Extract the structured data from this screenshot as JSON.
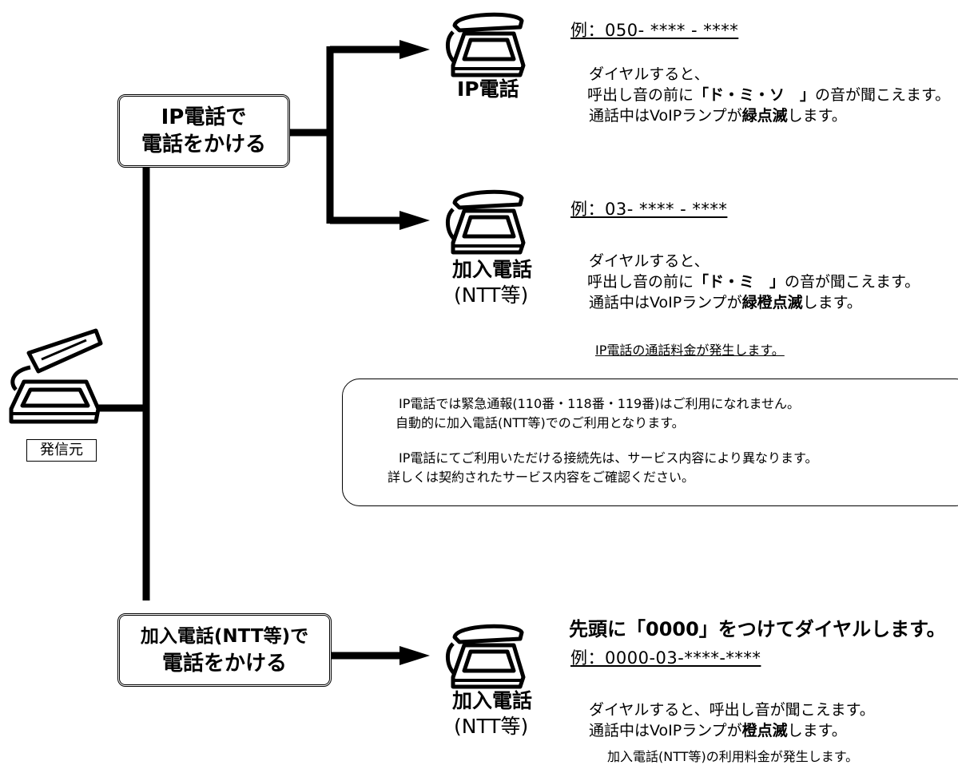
{
  "origin": {
    "label": "発信元"
  },
  "ip_route": {
    "box_line1": "IP電話で",
    "box_line2": "電話をかける",
    "ip_phone": {
      "label": "IP電話",
      "example": "例：050- **** - ****",
      "desc_line1": "ダイヤルすると、",
      "desc_line2_pre": "呼出し音の前に",
      "desc_line2_bold": "「ド・ミ・ソ　」",
      "desc_line2_post": "の音が聞こえます。",
      "desc_line3_pre": "通話中はVoIPランプが",
      "desc_line3_bold": "緑点滅",
      "desc_line3_post": "します。"
    },
    "subscriber_phone": {
      "label_line1": "加入電話",
      "label_line2": "(NTT等)",
      "example": "例：03- **** - ****",
      "desc_line1": "ダイヤルすると、",
      "desc_line2_pre": "呼出し音の前に",
      "desc_line2_bold": "「ド・ミ　」",
      "desc_line2_post": "の音が聞こえます。",
      "desc_line3_pre": "通話中はVoIPランプが",
      "desc_line3_bold": "緑橙点滅",
      "desc_line3_post": "します。",
      "fee": "IP電話の通話料金が発生します。"
    }
  },
  "notice": {
    "line1": "IP電話では緊急通報(110番・118番・119番)はご利用になれません。",
    "line2": "自動的に加入電話(NTT等)でのご利用となります。",
    "line3": "IP電話にてご利用いただける接続先は、サービス内容により異なります。",
    "line4": "詳しくは契約されたサービス内容をご確認ください。"
  },
  "subscriber_route": {
    "box_line1": "加入電話(NTT等)で",
    "box_line2": "電話をかける",
    "phone": {
      "label_line1": "加入電話",
      "label_line2": "(NTT等)"
    },
    "headline": "先頭に「0000」をつけてダイヤルします。",
    "example": "例：0000-03-****-****",
    "desc_line1": "ダイヤルすると、呼出し音が聞こえます。",
    "desc_line2_pre": "通話中はVoIPランプが",
    "desc_line2_bold": "橙点滅",
    "desc_line2_post": "します。",
    "fee": "加入電話(NTT等)の利用料金が発生します。"
  }
}
